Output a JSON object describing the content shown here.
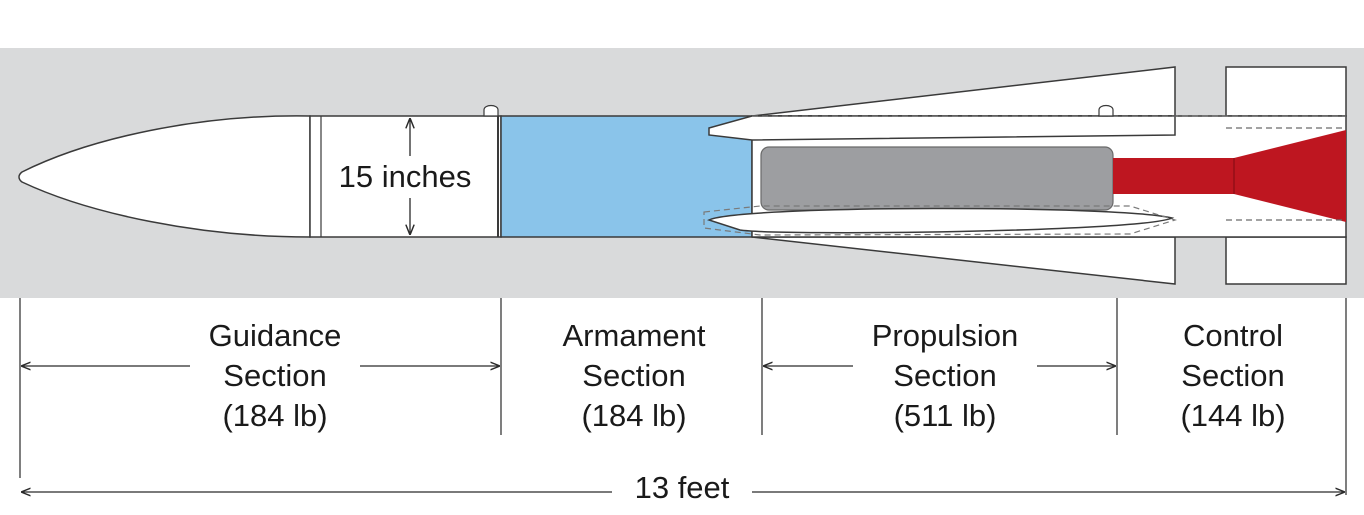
{
  "colors": {
    "background_band": "#d9dadb",
    "body": "#ffffff",
    "outline": "#3a3a3a",
    "armament": "#8ac4ea",
    "motor": "#9d9ea1",
    "nozzle": "#be1620"
  },
  "diameter_label": "15 inches",
  "total_length_label": "13 feet",
  "sections": [
    {
      "name": "Guidance",
      "word": "Section",
      "weight": "(184 lb)"
    },
    {
      "name": "Armament",
      "word": "Section",
      "weight": "(184 lb)"
    },
    {
      "name": "Propulsion",
      "word": "Section",
      "weight": "(511 lb)"
    },
    {
      "name": "Control",
      "word": "Section",
      "weight": "(144 lb)"
    }
  ]
}
